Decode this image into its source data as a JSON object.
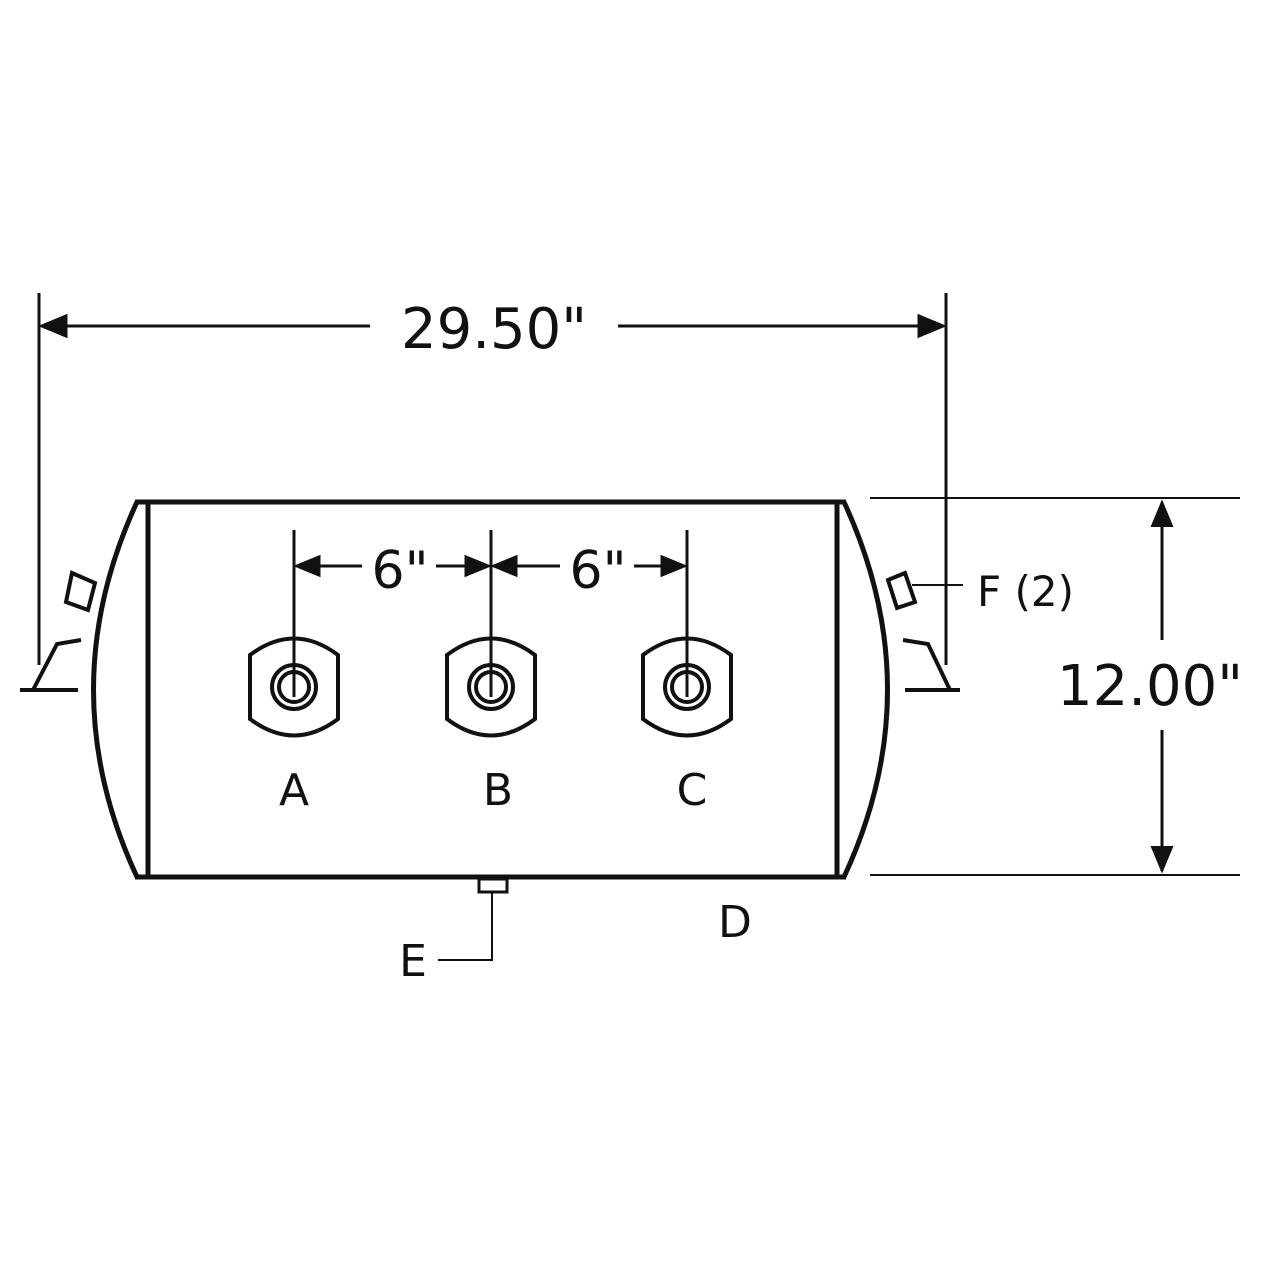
{
  "dimensions": {
    "overall_length": "29.50\"",
    "diameter": "12.00\"",
    "port_spacing_1": "6\"",
    "port_spacing_2": "6\""
  },
  "ports": [
    {
      "label": "A"
    },
    {
      "label": "B"
    },
    {
      "label": "C"
    }
  ],
  "callouts": {
    "d": "D",
    "e": "E",
    "f": "F (2)"
  },
  "colors": {
    "line": "#111111",
    "background": "#ffffff"
  }
}
